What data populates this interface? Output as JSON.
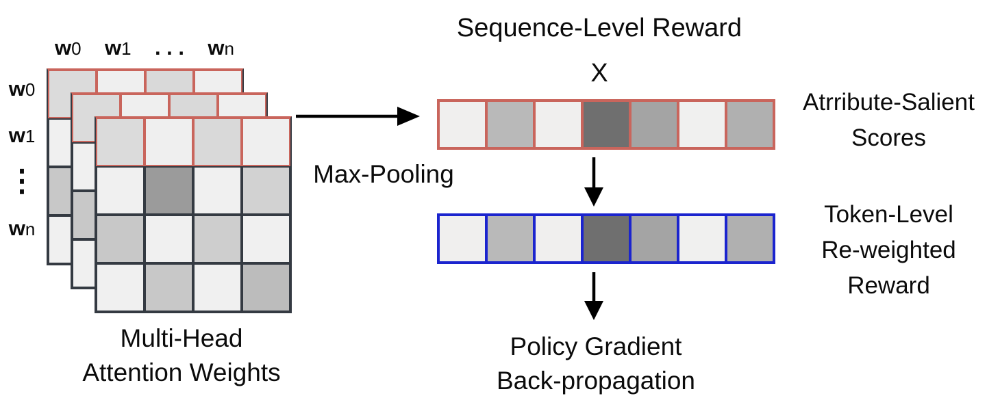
{
  "colors": {
    "red_border": "#c9655c",
    "blue_border": "#1b24ce",
    "dark_border": "#343a42",
    "text": "#0b0b0b"
  },
  "left_panel": {
    "col_labels": [
      {
        "base": "w",
        "sub": "0"
      },
      {
        "base": "w",
        "sub": "1"
      },
      {
        "base": ". . .",
        "sub": ""
      },
      {
        "base": "w",
        "sub": "n"
      }
    ],
    "row_labels": [
      {
        "base": "w",
        "sub": "0"
      },
      {
        "base": "w",
        "sub": "1"
      },
      {
        "base": "⋮",
        "sub": ""
      },
      {
        "base": "w",
        "sub": "n"
      }
    ],
    "caption_line1": "Multi-Head",
    "caption_line2": "Attention Weights"
  },
  "attention": {
    "head_count": 3,
    "cell_shades": [
      [
        "#dbdbdb",
        "#efefef",
        "#d9d9d9",
        "#efefef"
      ],
      [
        "#f0f0f0",
        "#9b9b9b",
        "#f0f0f0",
        "#d2d2d2"
      ],
      [
        "#c8c8c8",
        "#f0f0f0",
        "#cecece",
        "#f0f0f0"
      ],
      [
        "#f0f0f0",
        "#c8c8c8",
        "#f0f0f0",
        "#bcbcbc"
      ]
    ]
  },
  "max_pooling_label": "Max-Pooling",
  "sequence_reward": {
    "title": "Sequence-Level Reward",
    "multiply_symbol": "X"
  },
  "salient_row": {
    "cells": [
      "#f0efee",
      "#b9b9b9",
      "#f0efee",
      "#6f6f6f",
      "#a4a4a4",
      "#f0f0ef",
      "#b0b0b0"
    ],
    "label_line1": "Atrribute-Salient",
    "label_line2": "Scores"
  },
  "token_row": {
    "cells": [
      "#f0efee",
      "#b9b9b9",
      "#f0efee",
      "#6f6f6f",
      "#a4a4a4",
      "#f0f0ef",
      "#b0b0b0"
    ],
    "label_line1": "Token-Level",
    "label_line2": "Re-weighted",
    "label_line3": "Reward"
  },
  "policy": {
    "label_line1": "Policy Gradient",
    "label_line2": "Back-propagation"
  }
}
